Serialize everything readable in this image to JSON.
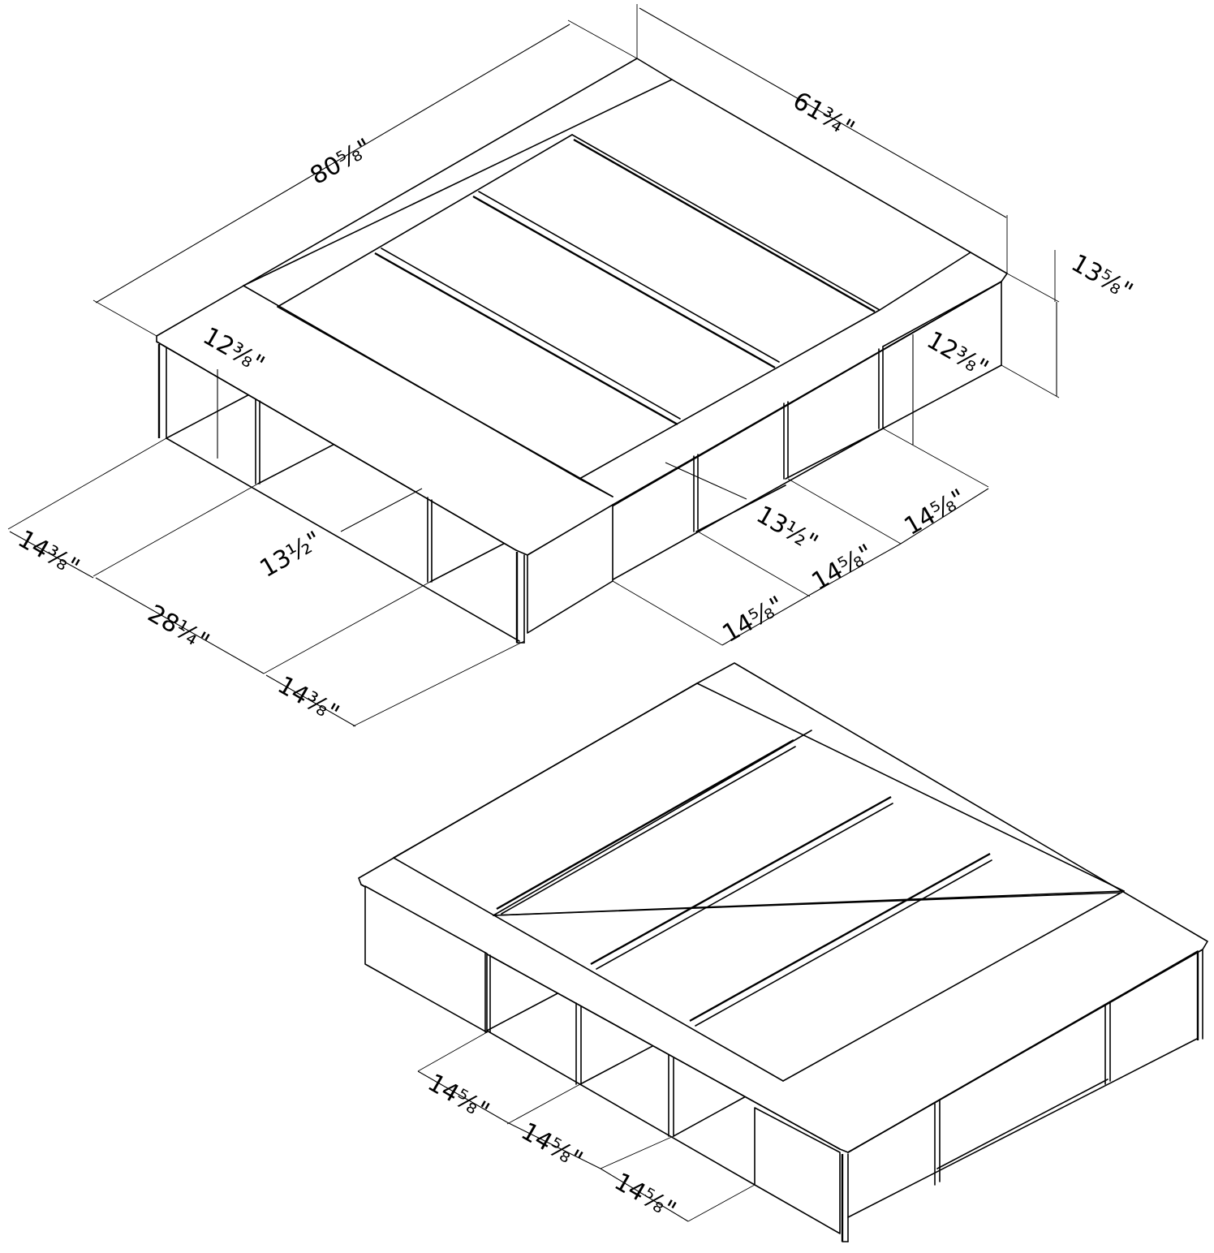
{
  "dimensions": {
    "overall_length": "80⅝\"",
    "overall_width": "61¾\"",
    "overall_height": "13⅝\"",
    "front_opening_height": "12⅜\"",
    "side_opening_height": "12⅜\"",
    "cubby_depth_front": "13½\"",
    "cubby_depth_side": "13½\"",
    "front_left_cubby": "14⅜\"",
    "front_center_cubby": "28¼\"",
    "front_right_cubby": "14⅜\"",
    "side_cubby_1": "14⅝\"",
    "side_cubby_2": "14⅝\"",
    "side_cubby_3": "14⅝\"",
    "rear_cubby_1": "14⅝\"",
    "rear_cubby_2": "14⅝\"",
    "rear_cubby_3": "14⅝\""
  },
  "colors": {
    "line": "#000000",
    "background": "#ffffff"
  }
}
